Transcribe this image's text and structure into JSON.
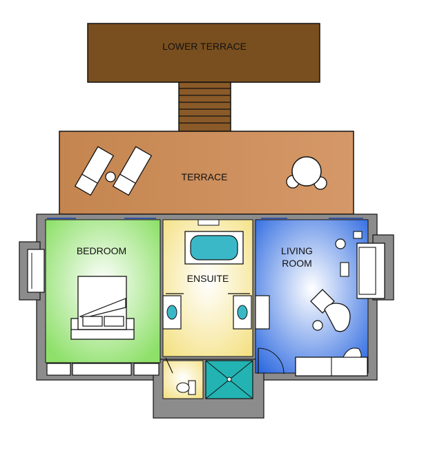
{
  "rooms": {
    "lower_terrace": "LOWER TERRACE",
    "terrace": "TERRACE",
    "bedroom": "BEDROOM",
    "ensuite": "ENSUITE",
    "living_room_line1": "LIVING",
    "living_room_line2": "ROOM"
  },
  "colors": {
    "lower_terrace": "#7a4f1f",
    "stairs": "#8a5a28",
    "terrace": "#c98a55",
    "bedroom": "#9be47a",
    "ensuite": "#f6e89a",
    "living_room": "#4b7fe6",
    "shower": "#23b3b3",
    "bath": "#3ab8c8",
    "wall": "#8c8c8c"
  }
}
